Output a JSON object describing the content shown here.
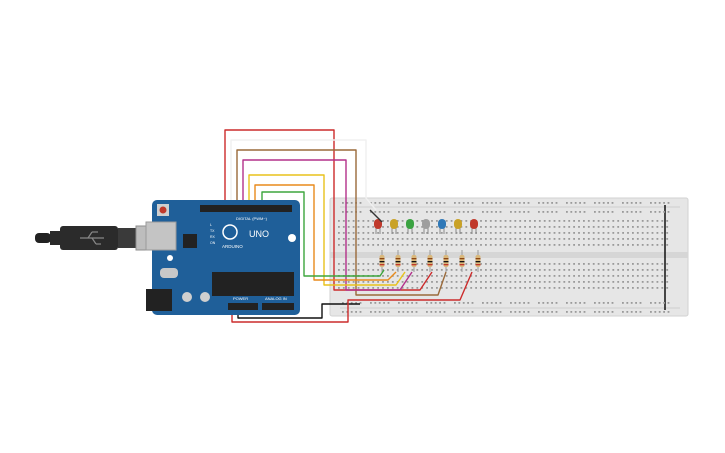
{
  "board": {
    "name": "UNO",
    "brand": "ARDUINO",
    "header_digital": "DIGITAL (PWM~)",
    "header_power": "POWER",
    "header_analog": "ANALOG IN",
    "tx_label": "TX",
    "rx_label": "RX",
    "l_label": "L",
    "on_label": "ON",
    "color": "#1f5f99"
  },
  "breadboard": {
    "color": "#e6e6e6"
  },
  "leds": [
    {
      "color": "#c0392b"
    },
    {
      "color": "#c9a227"
    },
    {
      "color": "#3aa241"
    },
    {
      "color": "#9e9e9e"
    },
    {
      "color": "#2f78b7"
    },
    {
      "color": "#c9a227"
    },
    {
      "color": "#c0392b"
    }
  ],
  "wires": [
    {
      "color": "#cc2b2b"
    },
    {
      "color": "#ffffff"
    },
    {
      "color": "#9a6a3a"
    },
    {
      "color": "#b3308a"
    },
    {
      "color": "#e8c21c"
    },
    {
      "color": "#e88a1c"
    },
    {
      "color": "#3da53d"
    },
    {
      "color": "#111111"
    },
    {
      "color": "#cc2b2b"
    }
  ],
  "usb": {
    "color": "#222222"
  }
}
